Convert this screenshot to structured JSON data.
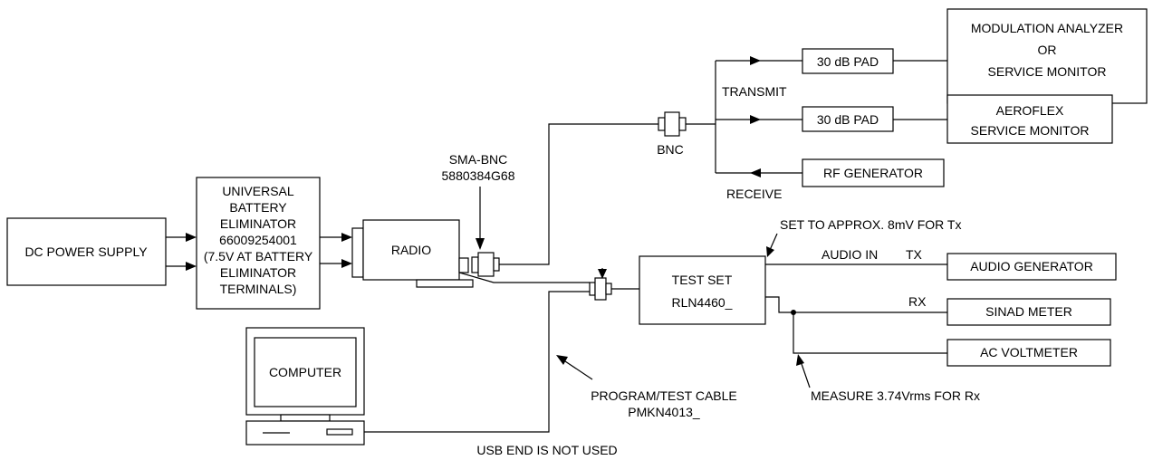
{
  "blocks": {
    "dc_power_supply": "DC POWER SUPPLY",
    "battery_eliminator": [
      "UNIVERSAL",
      "BATTERY",
      "ELIMINATOR",
      "66009254001",
      "(7.5V AT BATTERY",
      "ELIMINATOR",
      "TERMINALS)"
    ],
    "radio": "RADIO",
    "computer": "COMPUTER",
    "test_set": [
      "TEST SET",
      "RLN4460_"
    ],
    "pad_1": "30 dB PAD",
    "pad_2": "30 dB PAD",
    "rf_generator": "RF GENERATOR",
    "modulation_analyzer": [
      "MODULATION ANALYZER",
      "OR",
      "SERVICE MONITOR"
    ],
    "aeroflex": [
      "AEROFLEX",
      "SERVICE MONITOR"
    ],
    "audio_generator": "AUDIO GENERATOR",
    "sinad_meter": "SINAD METER",
    "ac_voltmeter": "AC VOLTMETER"
  },
  "labels": {
    "sma_bnc": [
      "SMA-BNC",
      "5880384G68"
    ],
    "bnc": "BNC",
    "transmit": "TRANSMIT",
    "receive": "RECEIVE",
    "set_approx": "SET TO APPROX. 8mV FOR Tx",
    "audio_in": "AUDIO IN",
    "tx": "TX",
    "rx": "RX",
    "measure": "MEASURE 3.74Vrms FOR Rx",
    "program_cable": [
      "PROGRAM/TEST CABLE",
      "PMKN4013_"
    ],
    "usb_end": "USB END IS NOT USED"
  }
}
